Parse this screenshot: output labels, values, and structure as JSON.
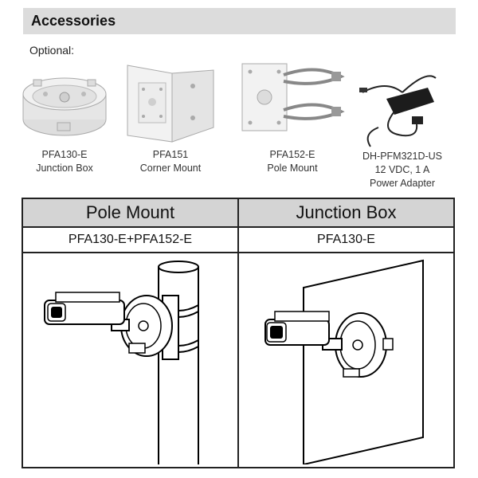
{
  "header": {
    "title": "Accessories"
  },
  "optional_label": "Optional:",
  "products": [
    {
      "icon": "junction-box-image",
      "line1": "PFA130-E",
      "line2": "Junction Box"
    },
    {
      "icon": "corner-mount-image",
      "line1": "PFA151",
      "line2": "Corner Mount"
    },
    {
      "icon": "pole-mount-image",
      "line1": "PFA152-E",
      "line2": "Pole Mount"
    },
    {
      "icon": "power-adapter-image",
      "line1": "DH-PFM321D-US",
      "line2": "12 VDC, 1 A",
      "line3": "Power Adapter"
    }
  ],
  "mount_table": {
    "columns": [
      {
        "title": "Pole Mount",
        "code": "PFA130-E+PFA152-E",
        "drawing": "pole-mount-drawing"
      },
      {
        "title": "Junction Box",
        "code": "PFA130-E",
        "drawing": "junction-box-drawing"
      }
    ]
  }
}
